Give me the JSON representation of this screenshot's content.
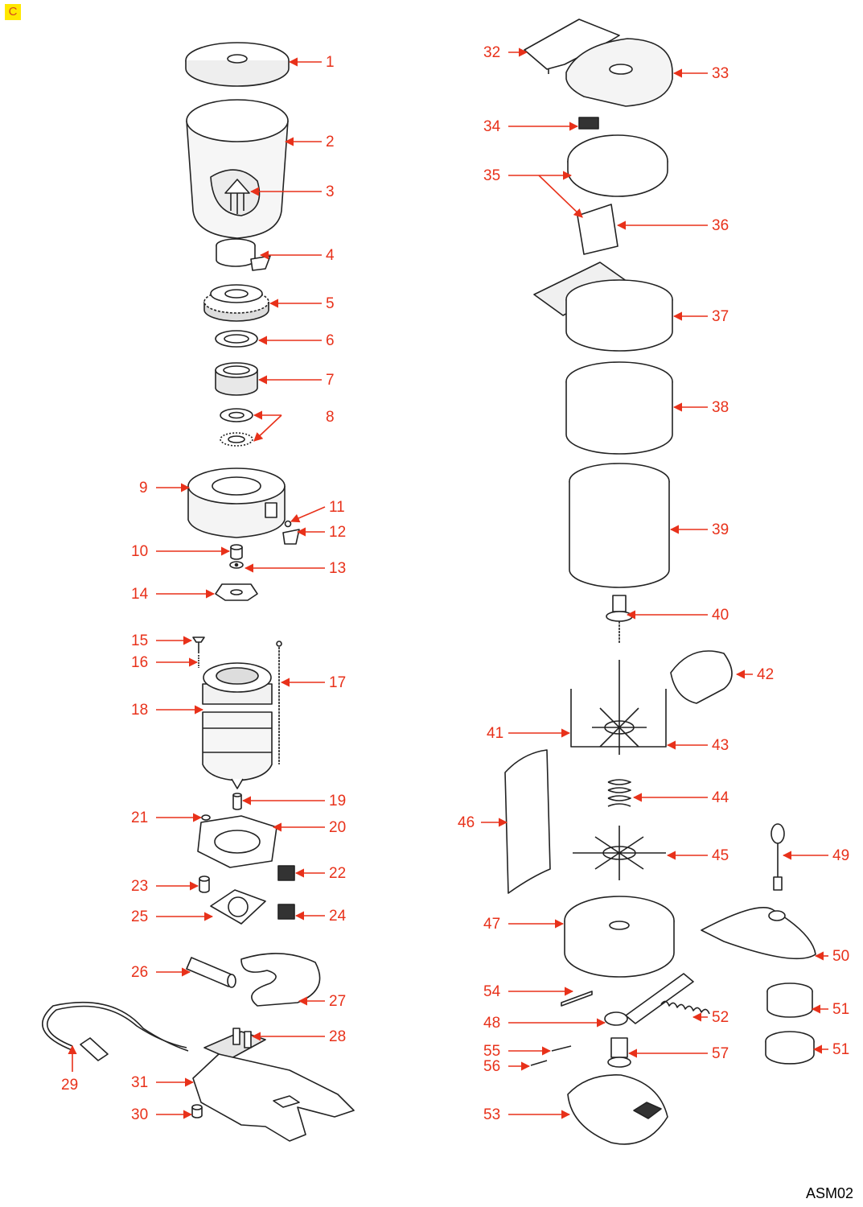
{
  "page_tag": "C",
  "drawing_code": "ASM02",
  "colors": {
    "callout": "#e8311a",
    "line": "#222222",
    "tag_bg": "#ffe800"
  },
  "callouts": [
    {
      "id": "1",
      "label": "1"
    },
    {
      "id": "2",
      "label": "2"
    },
    {
      "id": "3",
      "label": "3"
    },
    {
      "id": "4",
      "label": "4"
    },
    {
      "id": "5",
      "label": "5"
    },
    {
      "id": "6",
      "label": "6"
    },
    {
      "id": "7",
      "label": "7"
    },
    {
      "id": "8",
      "label": "8"
    },
    {
      "id": "9",
      "label": "9"
    },
    {
      "id": "10",
      "label": "10"
    },
    {
      "id": "11",
      "label": "11"
    },
    {
      "id": "12",
      "label": "12"
    },
    {
      "id": "13",
      "label": "13"
    },
    {
      "id": "14",
      "label": "14"
    },
    {
      "id": "15",
      "label": "15"
    },
    {
      "id": "16",
      "label": "16"
    },
    {
      "id": "17",
      "label": "17"
    },
    {
      "id": "18",
      "label": "18"
    },
    {
      "id": "19",
      "label": "19"
    },
    {
      "id": "20",
      "label": "20"
    },
    {
      "id": "21",
      "label": "21"
    },
    {
      "id": "22",
      "label": "22"
    },
    {
      "id": "23",
      "label": "23"
    },
    {
      "id": "24",
      "label": "24"
    },
    {
      "id": "25",
      "label": "25"
    },
    {
      "id": "26",
      "label": "26"
    },
    {
      "id": "27",
      "label": "27"
    },
    {
      "id": "28",
      "label": "28"
    },
    {
      "id": "29",
      "label": "29"
    },
    {
      "id": "30",
      "label": "30"
    },
    {
      "id": "31",
      "label": "31"
    },
    {
      "id": "32",
      "label": "32"
    },
    {
      "id": "33",
      "label": "33"
    },
    {
      "id": "34",
      "label": "34"
    },
    {
      "id": "35",
      "label": "35"
    },
    {
      "id": "36",
      "label": "36"
    },
    {
      "id": "37",
      "label": "37"
    },
    {
      "id": "38",
      "label": "38"
    },
    {
      "id": "39",
      "label": "39"
    },
    {
      "id": "40",
      "label": "40"
    },
    {
      "id": "41",
      "label": "41"
    },
    {
      "id": "42",
      "label": "42"
    },
    {
      "id": "43",
      "label": "43"
    },
    {
      "id": "44",
      "label": "44"
    },
    {
      "id": "45",
      "label": "45"
    },
    {
      "id": "46",
      "label": "46"
    },
    {
      "id": "47",
      "label": "47"
    },
    {
      "id": "48",
      "label": "48"
    },
    {
      "id": "49",
      "label": "49"
    },
    {
      "id": "50",
      "label": "50"
    },
    {
      "id": "51a",
      "label": "51"
    },
    {
      "id": "51b",
      "label": "51"
    },
    {
      "id": "52",
      "label": "52"
    },
    {
      "id": "53",
      "label": "53"
    },
    {
      "id": "54",
      "label": "54"
    },
    {
      "id": "55",
      "label": "55"
    },
    {
      "id": "56",
      "label": "56"
    },
    {
      "id": "57",
      "label": "57"
    }
  ]
}
